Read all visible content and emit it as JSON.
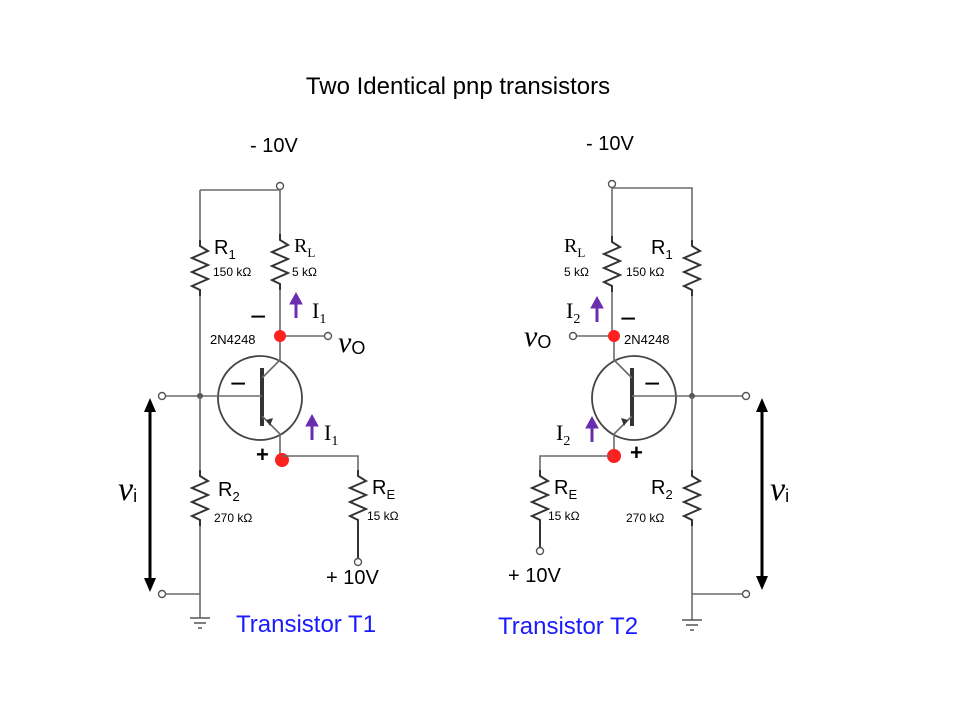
{
  "title": "Two Identical pnp transistors",
  "left": {
    "supply_top": "- 10V",
    "supply_bottom": "+ 10V",
    "r1_name": "R",
    "r1_sub": "1",
    "r1_value": "150 kΩ",
    "rl_name": "R",
    "rl_sub": "L",
    "rl_value": "5 kΩ",
    "r2_name": "R",
    "r2_sub": "2",
    "r2_value": "270 kΩ",
    "re_name": "R",
    "re_sub": "E",
    "re_value": "15 kΩ",
    "transistor": "2N4248",
    "current_top": "I",
    "current_top_sub": "1",
    "current_bottom": "I",
    "current_bottom_sub": "1",
    "vo": "v",
    "vo_sub": "O",
    "vi": "v",
    "vi_sub": "i",
    "minus_top": "−",
    "minus_base": "−",
    "plus_emitter": "+",
    "caption": "Transistor T1"
  },
  "right": {
    "supply_top": "- 10V",
    "supply_bottom": "+ 10V",
    "r1_name": "R",
    "r1_sub": "1",
    "r1_value": "150 kΩ",
    "rl_name": "R",
    "rl_sub": "L",
    "rl_value": "5 kΩ",
    "r2_name": "R",
    "r2_sub": "2",
    "r2_value": "270 kΩ",
    "re_name": "R",
    "re_sub": "E",
    "re_value": "15 kΩ",
    "transistor": "2N4248",
    "current_top": "I",
    "current_top_sub": "2",
    "current_bottom": "I",
    "current_bottom_sub": "2",
    "vo": "v",
    "vo_sub": "O",
    "vi": "v",
    "vi_sub": "i",
    "minus_top": "−",
    "minus_base": "−",
    "plus_emitter": "+",
    "caption": "Transistor T2"
  }
}
